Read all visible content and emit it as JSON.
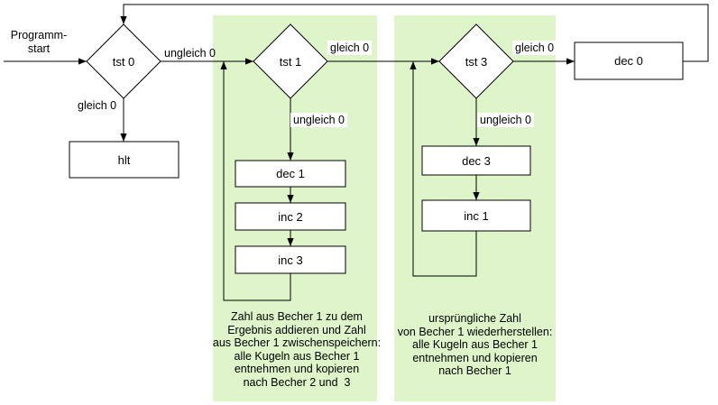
{
  "colors": {
    "panel_bg": "#def5ca",
    "line": "#000000",
    "shape_fill": "#ffffff",
    "page_bg": "#ffffff"
  },
  "start_label": [
    "Programm-",
    "start"
  ],
  "nodes": {
    "tst0": "tst 0",
    "tst1": "tst 1",
    "tst3": "tst 3",
    "hlt": "hlt",
    "dec1": "dec 1",
    "inc2": "inc 2",
    "inc3": "inc 3",
    "dec3": "dec 3",
    "inc1": "inc 1",
    "dec0": "dec 0"
  },
  "edge_labels": {
    "tst0_right": "ungleich 0",
    "tst0_down": "gleich 0",
    "tst1_right": "gleich 0",
    "tst1_down": "ungleich 0",
    "tst3_right": "gleich 0",
    "tst3_down": "ungleich 0"
  },
  "captions": {
    "panel1": [
      "Zahl aus Becher 1 zu dem",
      "Ergebnis addieren und Zahl",
      "aus Becher 1 zwischenspeichern:",
      "alle Kugeln aus Becher 1",
      "entnehmen und kopieren",
      "nach Becher 2 und  3"
    ],
    "panel2": [
      "ursprüngliche Zahl",
      "von Becher 1 wiederherstellen:",
      "alle Kugeln aus Becher 1",
      "entnehmen und kopieren",
      "nach Becher 1"
    ]
  }
}
